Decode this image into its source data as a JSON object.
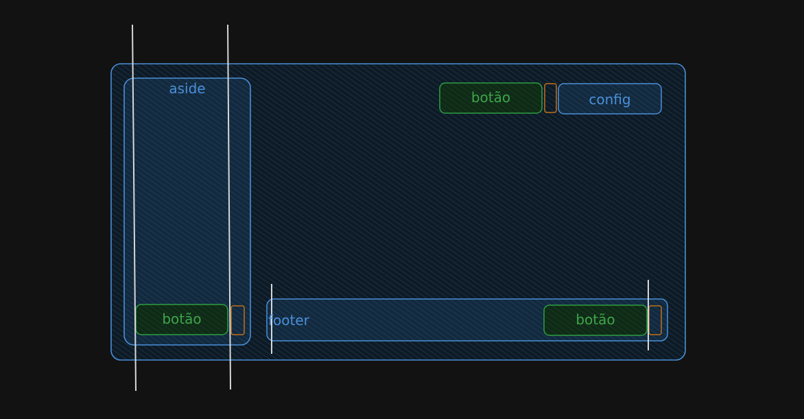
{
  "colors": {
    "background": "#121212",
    "stroke_blue": "#4a90d9",
    "fill_blue": "#14304a",
    "stroke_green": "#2f9e44",
    "fill_green": "#0f2a17",
    "stroke_orange": "#c2701a",
    "guide_line": "#d8d8d8"
  },
  "shapes": {
    "outer_frame": {
      "label": ""
    },
    "aside": {
      "label": "aside"
    },
    "aside_button": {
      "label": "botão"
    },
    "header_button": {
      "label": "botão"
    },
    "config_button": {
      "label": "config"
    },
    "footer": {
      "label": "footer"
    },
    "footer_button": {
      "label": "botão"
    }
  }
}
